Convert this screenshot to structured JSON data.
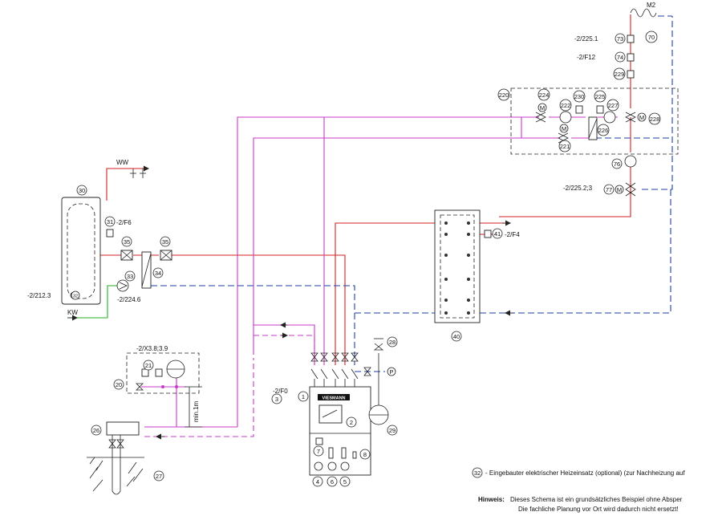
{
  "labels": {
    "ww": "WW",
    "kw": "KW",
    "m2": "M2",
    "ref_2_225_1": "-2/225.1",
    "ref_2_f12": "-2/F12",
    "ref_2_225_2_3": "-2/225.2;3",
    "ref_2_f6": "-2/F6",
    "ref_2_f4": "-2/F4",
    "ref_2_212_3": "-2/212.3",
    "ref_2_224_6": "-2/224.6",
    "ref_2_x3_8_3_9": "-2/X3.8;3.9",
    "ref_2_f0": "-2/F0",
    "min_1m": "min.1m",
    "brand": "VIESMANN",
    "motor": "M",
    "pressure": "P"
  },
  "components": {
    "c1": "1",
    "c2": "2",
    "c3": "3",
    "c4": "4",
    "c5": "5",
    "c6": "6",
    "c7": "7",
    "c8": "8",
    "c20": "20",
    "c21": "21",
    "c26": "26",
    "c27": "27",
    "c28": "28",
    "c29": "29",
    "c30": "30",
    "c31": "31",
    "c32": "32",
    "c33": "33",
    "c34": "34",
    "c35a": "35",
    "c35b": "35",
    "c40": "40",
    "c41": "41",
    "c70": "70",
    "c73": "73",
    "c74": "74",
    "c76": "76",
    "c77": "77",
    "c220": "220",
    "c221": "221",
    "c222": "222",
    "c224": "224",
    "c225": "225",
    "c226": "226",
    "c227": "227",
    "c228": "228",
    "c229": "229",
    "c230": "230"
  },
  "notes": {
    "n32_text": "- Eingebauter elektrischer Heizeinsatz (optional) (zur Nachheizung auf",
    "hinweis_label": "Hinweis:",
    "hinweis_line1": "Dieses Schema ist ein grundsätzliches Beispiel ohne Absper",
    "hinweis_line2": "Die fachliche Planung vor Ort wird dadurch nicht ersetzt!"
  },
  "colors": {
    "supply": "#d42020",
    "brine": "#c838c8",
    "return": "#1f3fa8",
    "cold_water": "#22b022"
  }
}
